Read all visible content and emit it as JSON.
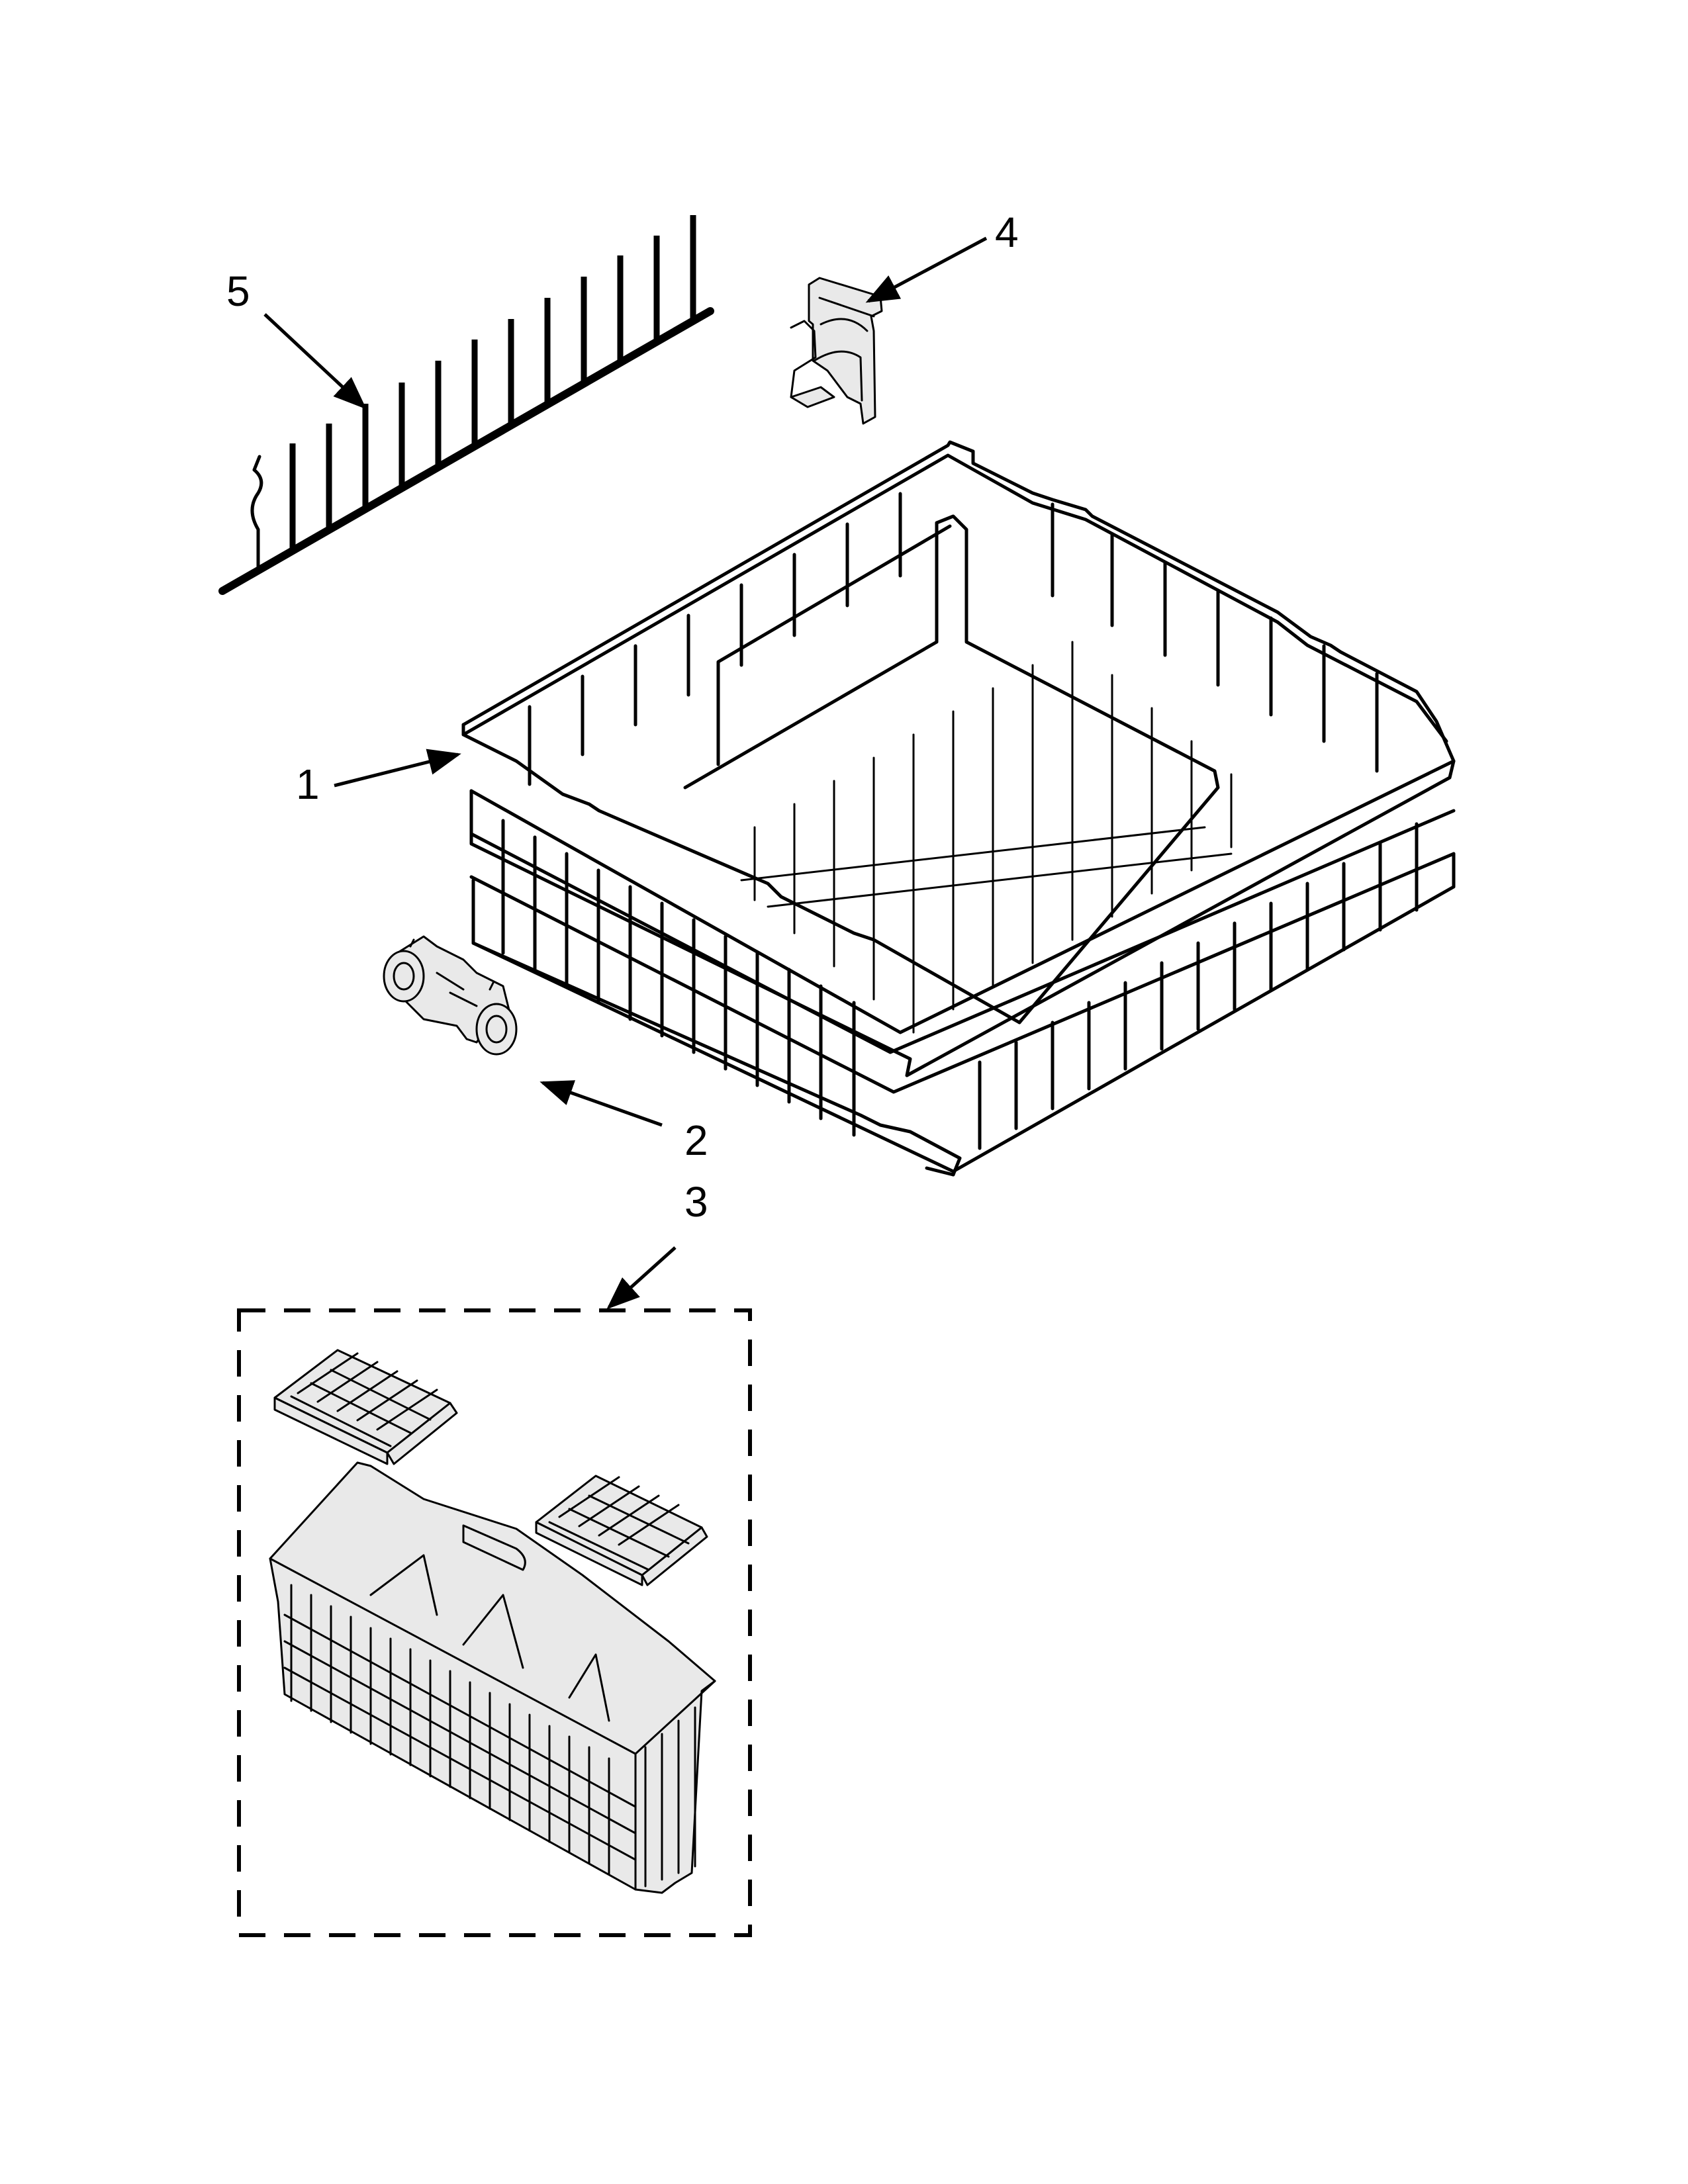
{
  "callouts": [
    {
      "id": "1",
      "label": "1"
    },
    {
      "id": "2",
      "label": "2"
    },
    {
      "id": "3",
      "label": "3"
    },
    {
      "id": "4",
      "label": "4"
    },
    {
      "id": "5",
      "label": "5"
    }
  ],
  "parts": {
    "rack": {
      "callout": "1",
      "icon": "dishrack-icon"
    },
    "wheel": {
      "callout": "2",
      "icon": "roller-wheel-icon"
    },
    "silverware_basket_kit": {
      "callout": "3",
      "icon": "silverware-basket-icon"
    },
    "clip": {
      "callout": "4",
      "icon": "rack-clip-icon"
    },
    "tine_row": {
      "callout": "5",
      "icon": "tine-row-icon"
    }
  },
  "colors": {
    "line": "#000000",
    "background": "#ffffff",
    "part_shade": "#e9e9e9"
  }
}
